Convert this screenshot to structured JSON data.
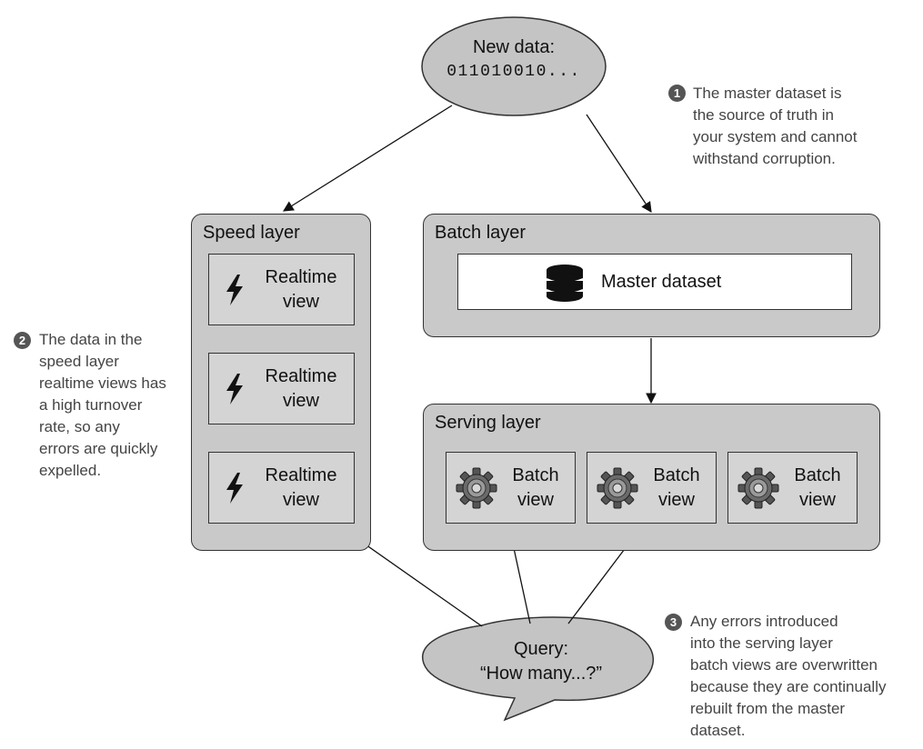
{
  "new_data": {
    "label": "New data:",
    "bits": "011010010..."
  },
  "speed_layer": {
    "title": "Speed layer",
    "views": [
      {
        "line1": "Realtime",
        "line2": "view",
        "icon": "lightning-bolt-icon"
      },
      {
        "line1": "Realtime",
        "line2": "view",
        "icon": "lightning-bolt-icon"
      },
      {
        "line1": "Realtime",
        "line2": "view",
        "icon": "lightning-bolt-icon"
      }
    ]
  },
  "batch_layer": {
    "title": "Batch layer",
    "master_dataset": {
      "label": "Master dataset",
      "icon": "database-icon"
    }
  },
  "serving_layer": {
    "title": "Serving layer",
    "views": [
      {
        "line1": "Batch",
        "line2": "view",
        "icon": "gear-icon"
      },
      {
        "line1": "Batch",
        "line2": "view",
        "icon": "gear-icon"
      },
      {
        "line1": "Batch",
        "line2": "view",
        "icon": "gear-icon"
      }
    ]
  },
  "query": {
    "line1": "Query:",
    "line2": "“How many...?”"
  },
  "annotations": [
    {
      "number": "1",
      "lines": [
        "The master dataset is",
        "the source of truth in",
        "your system and cannot",
        "withstand corruption."
      ]
    },
    {
      "number": "2",
      "lines": [
        "The data in the",
        "speed layer",
        "realtime views has",
        "a high turnover",
        "rate, so any",
        "errors are quickly",
        "expelled."
      ]
    },
    {
      "number": "3",
      "lines": [
        "Any errors introduced",
        "into the serving layer",
        "batch views are overwritten",
        "because they are continually",
        "rebuilt from the master",
        "dataset."
      ]
    }
  ],
  "colors": {
    "layer_fill": "#c9c9c9",
    "bubble_fill": "#c4c4c4",
    "annotation_text": "#444444",
    "badge": "#555555",
    "stroke": "#333333"
  }
}
